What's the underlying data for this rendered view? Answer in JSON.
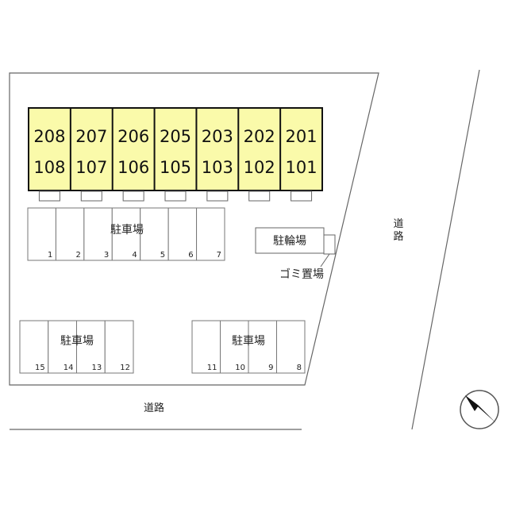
{
  "building": {
    "units": [
      {
        "upper": "208",
        "lower": "108"
      },
      {
        "upper": "207",
        "lower": "107"
      },
      {
        "upper": "206",
        "lower": "106"
      },
      {
        "upper": "205",
        "lower": "105"
      },
      {
        "upper": "203",
        "lower": "103"
      },
      {
        "upper": "202",
        "lower": "102"
      },
      {
        "upper": "201",
        "lower": "101"
      }
    ],
    "fill_color": "#fafaaa"
  },
  "parking_top": {
    "label": "駐車場",
    "spaces": [
      "1",
      "2",
      "3",
      "4",
      "5",
      "6",
      "7"
    ]
  },
  "parking_left": {
    "label": "駐車場",
    "spaces": [
      "15",
      "14",
      "13",
      "12"
    ]
  },
  "parking_right": {
    "label": "駐車場",
    "spaces": [
      "11",
      "10",
      "9",
      "8"
    ]
  },
  "bicycle_parking": {
    "label": "駐輪場"
  },
  "garbage_area": {
    "label": "ゴミ置場"
  },
  "road_bottom": {
    "label": "道路"
  },
  "road_right": {
    "label_chars": [
      "道",
      "路"
    ]
  },
  "compass": {
    "icon": "north-arrow-icon"
  }
}
